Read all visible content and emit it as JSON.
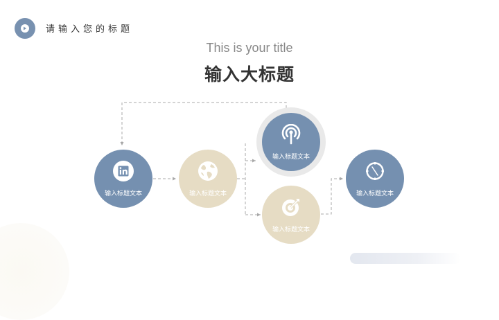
{
  "header": {
    "title": "请输入您的标题",
    "badge_icon": "play-icon"
  },
  "slide": {
    "subtitle": "This is your title",
    "title": "输入大标题"
  },
  "colors": {
    "blue": "#7590b0",
    "beige": "#e6dcc4",
    "halo": "#e9e9e9",
    "connector": "#a8a8a8",
    "title_text": "#333333",
    "subtitle_text": "#888888"
  },
  "nodes": [
    {
      "id": "node-1",
      "label": "输入标题文本",
      "icon": "linkedin-icon",
      "color": "blue"
    },
    {
      "id": "node-2",
      "label": "输入标题文本",
      "icon": "globe-icon",
      "color": "beige"
    },
    {
      "id": "node-3",
      "label": "输入标题文本",
      "icon": "broadcast-icon",
      "color": "blue",
      "highlighted": true
    },
    {
      "id": "node-4",
      "label": "输入标题文本",
      "icon": "target-icon",
      "color": "beige"
    },
    {
      "id": "node-5",
      "label": "输入标题文本",
      "icon": "compass-icon",
      "color": "blue"
    }
  ],
  "connectors": [
    {
      "from": "node-1",
      "to": "node-2",
      "style": "dashed-arrow"
    },
    {
      "from": "node-2",
      "to": "node-3",
      "style": "dashed-arrow"
    },
    {
      "from": "node-2",
      "to": "node-4",
      "style": "dashed-arrow"
    },
    {
      "from": "node-4",
      "to": "node-5",
      "style": "dashed-arrow"
    },
    {
      "from": "node-3",
      "to": "node-1",
      "style": "dashed-arrow-loop-top"
    }
  ]
}
